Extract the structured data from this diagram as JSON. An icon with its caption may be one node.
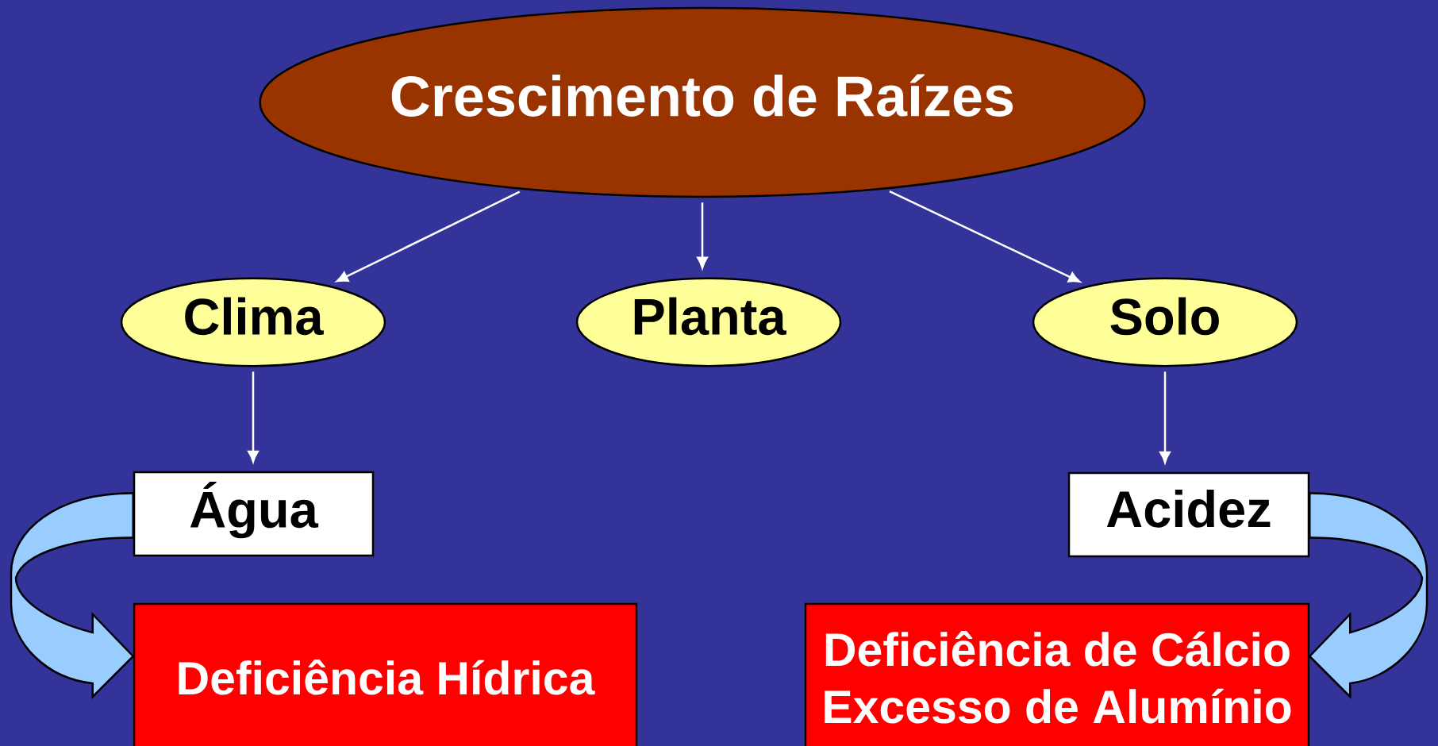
{
  "diagram": {
    "nodes": [
      {
        "text": [
          "Crescimento de Raízes"
        ]
      },
      {
        "text": [
          "Clima"
        ]
      },
      {
        "text": [
          "Planta"
        ]
      },
      {
        "text": [
          "Solo"
        ]
      },
      {
        "text": [
          "Água"
        ]
      },
      {
        "text": [
          "Acidez"
        ]
      },
      {
        "text": [
          "Deficiência Hídrica"
        ]
      },
      {
        "text": [
          "Deficiência de Cálcio",
          "Excesso de Alumínio"
        ]
      }
    ],
    "edges": [
      {
        "from": 0,
        "to": 1,
        "arrow": "to"
      },
      {
        "from": 0,
        "to": 2,
        "arrow": "to"
      },
      {
        "from": 0,
        "to": 3,
        "arrow": "to"
      },
      {
        "from": 1,
        "to": 4,
        "arrow": "to"
      },
      {
        "from": 3,
        "to": 5,
        "arrow": "to"
      },
      {
        "from": 4,
        "to": 6,
        "arrow": "to",
        "style": "thick",
        "color": "#99ccff"
      },
      {
        "from": 5,
        "to": 7,
        "arrow": "to",
        "style": "thick",
        "color": "#99ccff"
      }
    ]
  }
}
